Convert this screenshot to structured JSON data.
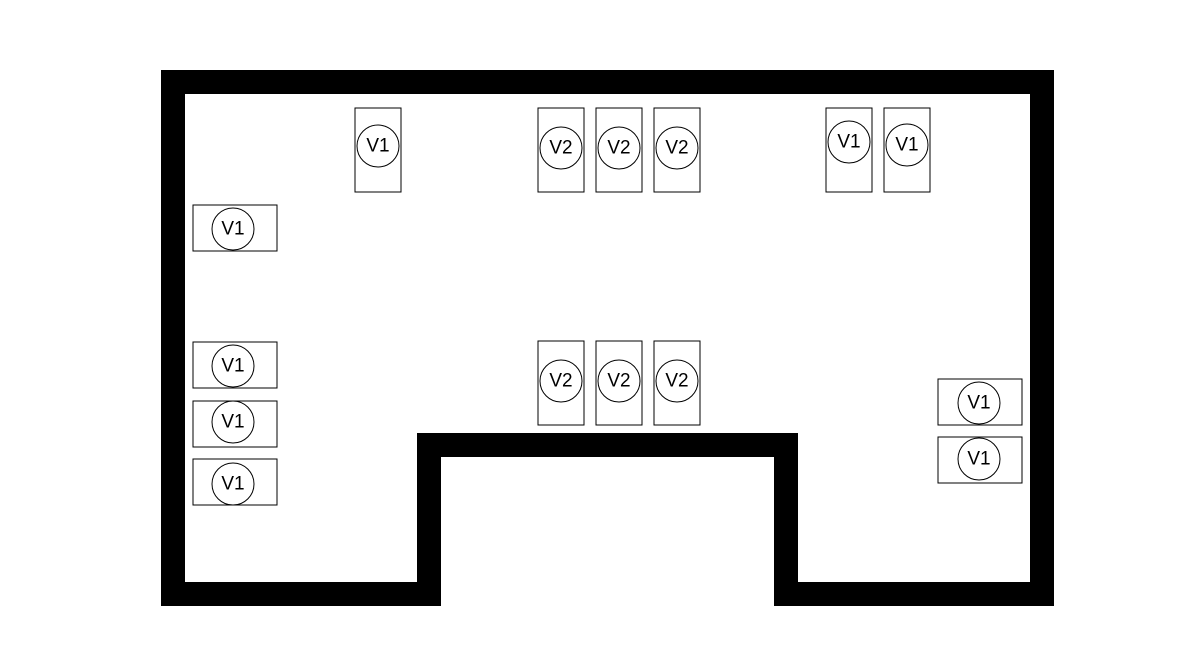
{
  "colors": {
    "wall": "#000000",
    "background": "#ffffff"
  },
  "units": [
    {
      "label": "V1",
      "orientation": "vertical"
    },
    {
      "label": "V2",
      "orientation": "vertical"
    },
    {
      "label": "V2",
      "orientation": "vertical"
    },
    {
      "label": "V2",
      "orientation": "vertical"
    },
    {
      "label": "V1",
      "orientation": "vertical"
    },
    {
      "label": "V1",
      "orientation": "vertical"
    },
    {
      "label": "V1",
      "orientation": "horizontal"
    },
    {
      "label": "V1",
      "orientation": "horizontal"
    },
    {
      "label": "V1",
      "orientation": "horizontal"
    },
    {
      "label": "V1",
      "orientation": "horizontal"
    },
    {
      "label": "V2",
      "orientation": "vertical"
    },
    {
      "label": "V2",
      "orientation": "vertical"
    },
    {
      "label": "V2",
      "orientation": "vertical"
    },
    {
      "label": "V1",
      "orientation": "horizontal"
    },
    {
      "label": "V1",
      "orientation": "horizontal"
    }
  ]
}
